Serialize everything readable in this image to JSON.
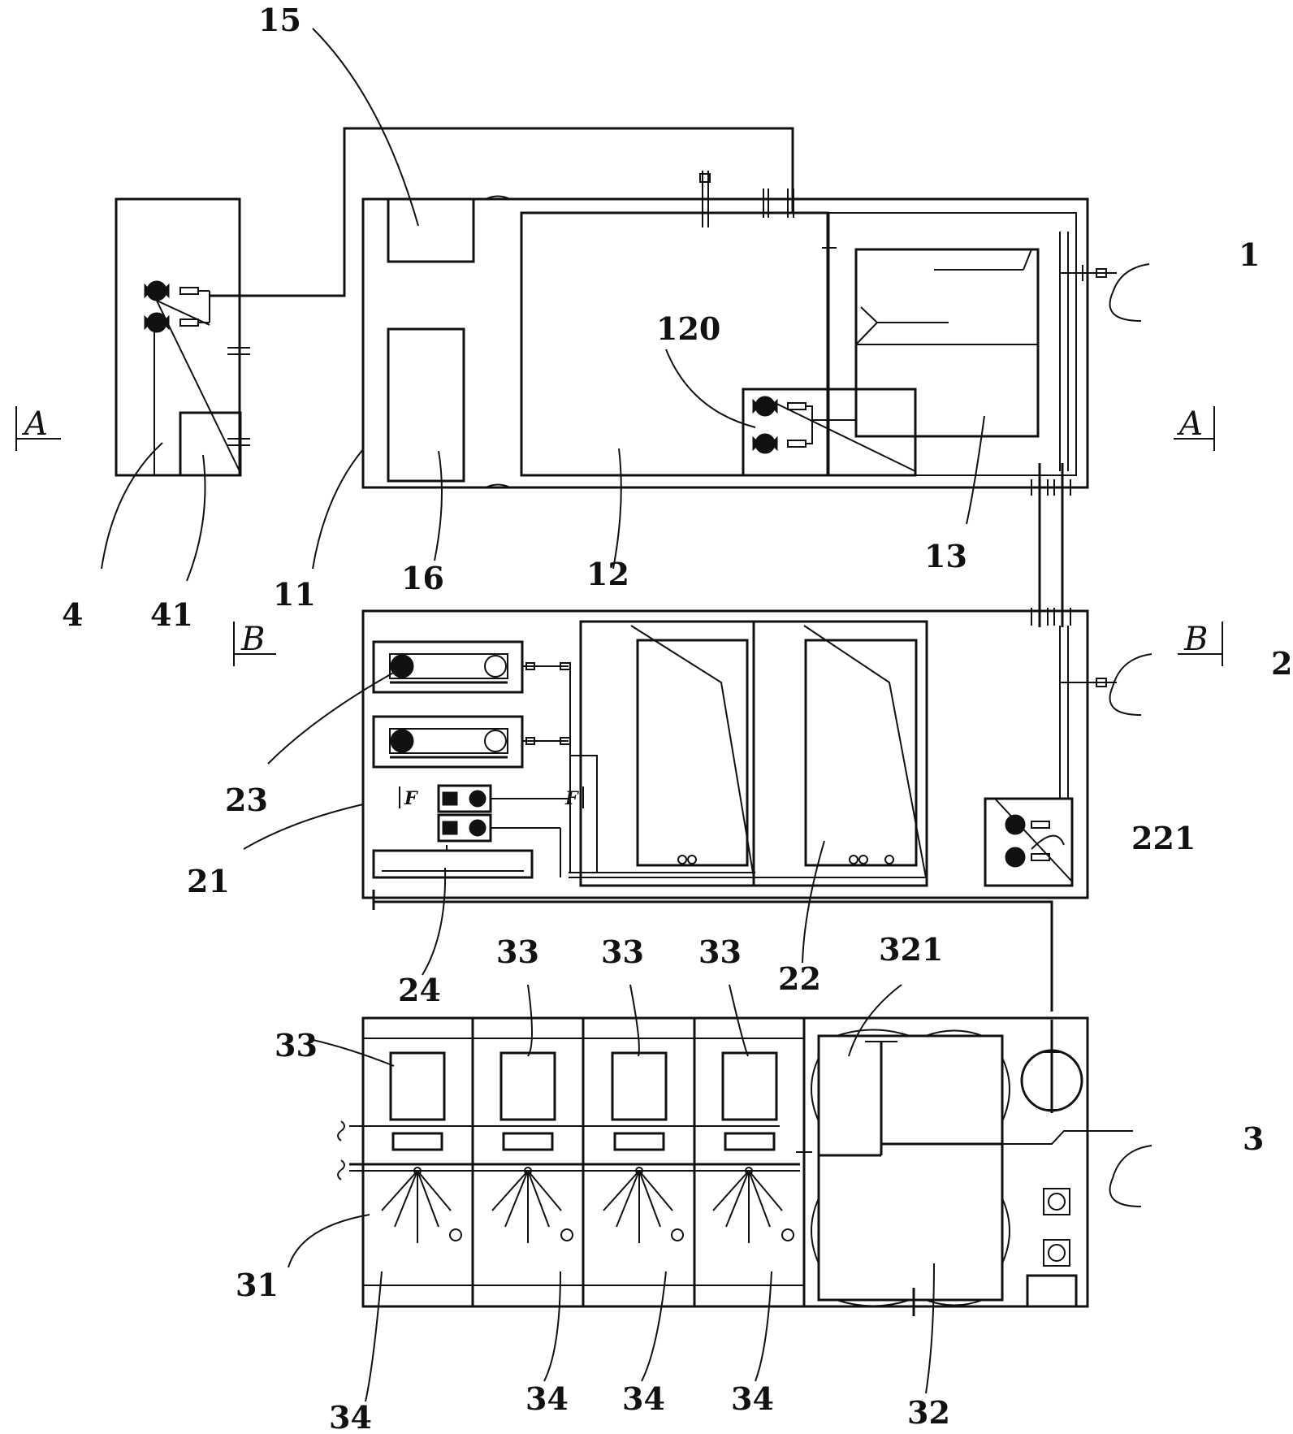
{
  "diagram": {
    "labels": {
      "l1": "1",
      "l2": "2",
      "l3": "3",
      "l4": "4",
      "l11": "11",
      "l12": "12",
      "l13": "13",
      "l15": "15",
      "l16": "16",
      "l120": "120",
      "l21": "21",
      "l22": "22",
      "l23": "23",
      "l24": "24",
      "l221": "221",
      "l31": "31",
      "l32": "32",
      "l321": "321",
      "l33": "33",
      "l34": "34",
      "l41": "41"
    },
    "section_marks": {
      "a_left": "A",
      "a_right": "A",
      "b_left": "B",
      "b_right": "B",
      "f_left": "F",
      "f_right": "F"
    }
  }
}
